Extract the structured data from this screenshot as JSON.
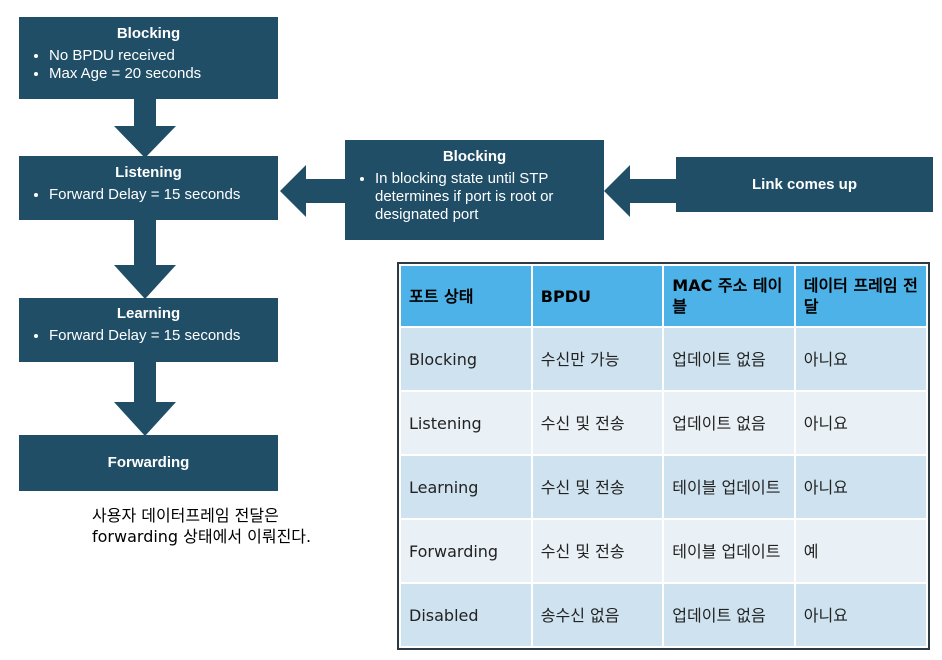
{
  "flow": {
    "blocking": {
      "title": "Blocking",
      "items": [
        "No BPDU received",
        "Max Age = 20 seconds"
      ]
    },
    "listening": {
      "title": "Listening",
      "items": [
        "Forward Delay = 15 seconds"
      ]
    },
    "learning": {
      "title": "Learning",
      "items": [
        "Forward Delay = 15 seconds"
      ]
    },
    "forwarding": {
      "title": "Forwarding"
    },
    "side_blocking": {
      "title": "Blocking",
      "items": [
        "In blocking state until STP determines if port is root or designated port"
      ]
    },
    "link_up": {
      "title": "Link comes up"
    }
  },
  "caption": {
    "line1": "사용자 데이터프레임 전달은",
    "line2": "forwarding 상태에서 이뤄진다."
  },
  "table": {
    "headers": [
      "포트 상태",
      "BPDU",
      "MAC 주소 테이블",
      "데이터 프레임 전달"
    ],
    "rows": [
      [
        "Blocking",
        "수신만 가능",
        "업데이트 없음",
        "아니요"
      ],
      [
        "Listening",
        "수신 및 전송",
        "업데이트 없음",
        "아니요"
      ],
      [
        "Learning",
        "수신 및 전송",
        "테이블 업데이트",
        "아니요"
      ],
      [
        "Forwarding",
        "수신 및 전송",
        "테이블 업데이트",
        "예"
      ],
      [
        "Disabled",
        "송수신 없음",
        "업데이트 없음",
        "아니요"
      ]
    ]
  },
  "colors": {
    "box": "#1f4e66",
    "header": "#4db2e8",
    "row_dark": "#cfe2ef",
    "row_light": "#e9f1f7"
  }
}
